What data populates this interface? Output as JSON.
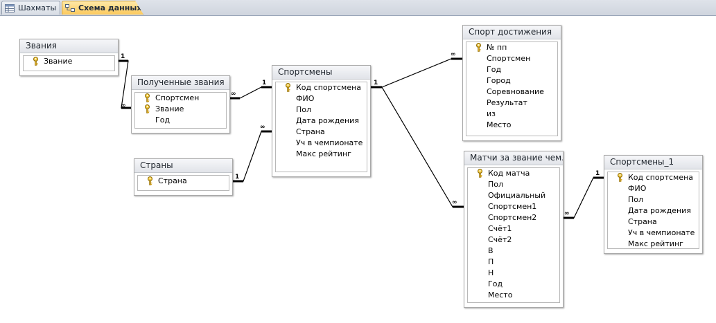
{
  "tabs": [
    {
      "label": "Шахматы",
      "active": false,
      "icon": "table-icon"
    },
    {
      "label": "Схема данных",
      "active": true,
      "icon": "relationships-icon"
    }
  ],
  "tables": {
    "zvaniya": {
      "title": "Звания",
      "fields": [
        {
          "name": "Звание",
          "key": true
        }
      ]
    },
    "poluchennye": {
      "title": "Полученные звания",
      "fields": [
        {
          "name": "Спортсмен",
          "key": true
        },
        {
          "name": "Звание",
          "key": true
        },
        {
          "name": "Год",
          "key": false
        }
      ]
    },
    "strany": {
      "title": "Страны",
      "fields": [
        {
          "name": "Страна",
          "key": true
        }
      ]
    },
    "sportsmeny": {
      "title": "Спортсмены",
      "fields": [
        {
          "name": "Код спортсмена",
          "key": true
        },
        {
          "name": "ФИО",
          "key": false
        },
        {
          "name": "Пол",
          "key": false
        },
        {
          "name": "Дата рождения",
          "key": false
        },
        {
          "name": "Страна",
          "key": false
        },
        {
          "name": "Уч в чемпионате",
          "key": false
        },
        {
          "name": "Макс рейтинг",
          "key": false
        }
      ]
    },
    "sport_dost": {
      "title": "Спорт достижения",
      "fields": [
        {
          "name": "№ пп",
          "key": true
        },
        {
          "name": "Спортсмен",
          "key": false
        },
        {
          "name": "Год",
          "key": false
        },
        {
          "name": "Город",
          "key": false
        },
        {
          "name": "Соревнование",
          "key": false
        },
        {
          "name": "Результат",
          "key": false
        },
        {
          "name": "из",
          "key": false
        },
        {
          "name": "Место",
          "key": false
        }
      ]
    },
    "matchi": {
      "title": "Матчи за звание чем...",
      "fields": [
        {
          "name": "Код матча",
          "key": true
        },
        {
          "name": "Пол",
          "key": false
        },
        {
          "name": "Официальный",
          "key": false
        },
        {
          "name": "Спортсмен1",
          "key": false
        },
        {
          "name": "Спортсмен2",
          "key": false
        },
        {
          "name": "Счёт1",
          "key": false
        },
        {
          "name": "Счёт2",
          "key": false
        },
        {
          "name": "В",
          "key": false
        },
        {
          "name": "П",
          "key": false
        },
        {
          "name": "Н",
          "key": false
        },
        {
          "name": "Год",
          "key": false
        },
        {
          "name": "Место",
          "key": false
        }
      ]
    },
    "sportsmeny1": {
      "title": "Спортсмены_1",
      "fields": [
        {
          "name": "Код спортсмена",
          "key": true
        },
        {
          "name": "ФИО",
          "key": false
        },
        {
          "name": "Пол",
          "key": false
        },
        {
          "name": "Дата рождения",
          "key": false
        },
        {
          "name": "Страна",
          "key": false
        },
        {
          "name": "Уч в чемпионате",
          "key": false
        },
        {
          "name": "Макс рейтинг",
          "key": false
        }
      ]
    }
  },
  "relationships": [
    {
      "from": "Звания",
      "from_side": "1",
      "to": "Полученные звания",
      "to_side": "∞"
    },
    {
      "from": "Спортсмены",
      "from_side": "1",
      "to": "Полученные звания",
      "to_side": "∞"
    },
    {
      "from": "Страны",
      "from_side": "1",
      "to": "Спортсмены",
      "to_side": "∞"
    },
    {
      "from": "Спортсмены",
      "from_side": "1",
      "to": "Спорт достижения",
      "to_side": "∞"
    },
    {
      "from": "Спортсмены",
      "from_side": "1",
      "to": "Матчи за звание чем...",
      "to_side": "∞"
    },
    {
      "from": "Спортсмены_1",
      "from_side": "1",
      "to": "Матчи за звание чем...",
      "to_side": "∞"
    }
  ],
  "labels": {
    "one": "1",
    "many": "∞"
  }
}
